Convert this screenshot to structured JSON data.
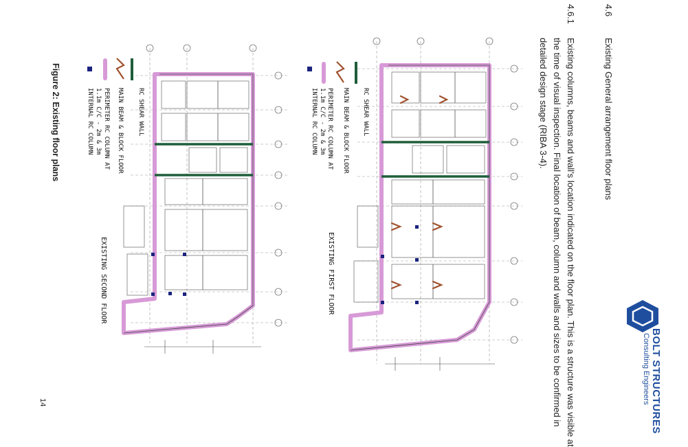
{
  "section": {
    "number": "4.6",
    "title": "Existing General arrangement floor plans"
  },
  "paragraph": {
    "number": "4.6.1",
    "lines": [
      "Existing columns, beams and wall’s location indicated on the floor plan. This is a structure was visible at",
      "the time of visual inspection. Final location of beam, column and walls and sizes to be confirmed in",
      "detailed design stage (RIBA 3-4)."
    ]
  },
  "figure_caption": "Figure 2: Existing floor plans",
  "page_number": "14",
  "logo": {
    "name": "BOLT STRUCTURES",
    "tagline": "Consulting Engineers"
  },
  "legend": {
    "items": [
      "RC SHEAR WALL",
      "MAIN BEAM & BLOCK FLOOR",
      "PERIMETER RC COLUMN AT",
      "1.1m C/C - 2m & 3m",
      "INTERNAL RC COLUMN"
    ]
  },
  "plans": {
    "first": "EXISTING FIRST FLOOR",
    "second": "EXISTING SECOND FLOOR"
  },
  "colors": {
    "shear_wall": "#1e5e3a",
    "beam_floor": "#a0522d",
    "perimeter": "#d79ad7",
    "column": "#1a237e",
    "brand": "#1f4e9e"
  }
}
